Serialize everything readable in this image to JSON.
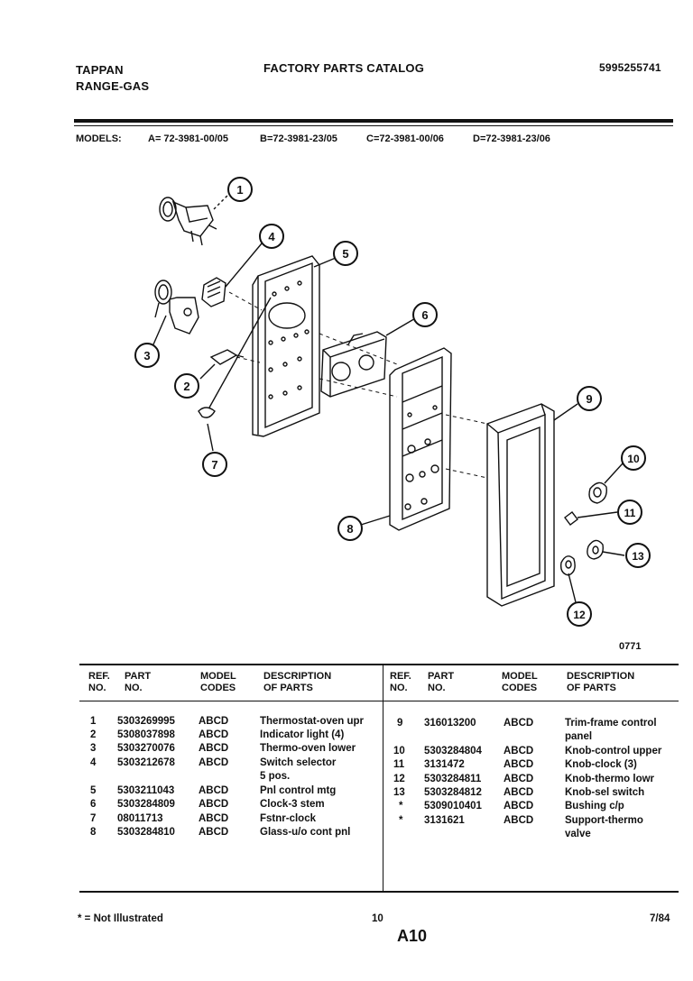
{
  "header": {
    "brand_line1": "TAPPAN",
    "brand_line2": "RANGE-GAS",
    "catalog_title": "FACTORY PARTS CATALOG",
    "catalog_number": "5995255741"
  },
  "models": {
    "label": "MODELS:",
    "a": "A= 72-3981-00/05",
    "b": "B=72-3981-23/05",
    "c": "C=72-3981-00/06",
    "d": "D=72-3981-23/06"
  },
  "diagram": {
    "figure_code": "0771",
    "callouts": [
      "1",
      "2",
      "3",
      "4",
      "5",
      "6",
      "7",
      "8",
      "9",
      "10",
      "11",
      "12",
      "13"
    ]
  },
  "table": {
    "headers": {
      "ref": "REF.",
      "ref2": "NO.",
      "part": "PART",
      "part2": "NO.",
      "model": "MODEL",
      "model2": "CODES",
      "desc": "DESCRIPTION",
      "desc2": "OF PARTS"
    },
    "left_rows": [
      {
        "ref": "1",
        "part": "5303269995",
        "codes": "ABCD",
        "desc": "Thermostat-oven upr"
      },
      {
        "ref": "2",
        "part": "5308037898",
        "codes": "ABCD",
        "desc": "Indicator light (4)"
      },
      {
        "ref": "3",
        "part": "5303270076",
        "codes": "ABCD",
        "desc": "Thermo-oven lower"
      },
      {
        "ref": "4",
        "part": "5303212678",
        "codes": "ABCD",
        "desc": "Switch selector"
      },
      {
        "ref": "",
        "part": "",
        "codes": "",
        "desc": "5 pos."
      },
      {
        "ref": "5",
        "part": "5303211043",
        "codes": "ABCD",
        "desc": "Pnl control mtg"
      },
      {
        "ref": "6",
        "part": "5303284809",
        "codes": "ABCD",
        "desc": "Clock-3 stem"
      },
      {
        "ref": "7",
        "part": "08011713",
        "codes": "ABCD",
        "desc": "Fstnr-clock"
      },
      {
        "ref": "8",
        "part": "5303284810",
        "codes": "ABCD",
        "desc": "Glass-u/o cont pnl"
      }
    ],
    "right_rows": [
      {
        "ref": "9",
        "part": "316013200",
        "codes": "ABCD",
        "desc": "Trim-frame control"
      },
      {
        "ref": "",
        "part": "",
        "codes": "",
        "desc": "panel"
      },
      {
        "ref": "10",
        "part": "5303284804",
        "codes": "ABCD",
        "desc": "Knob-control upper"
      },
      {
        "ref": "11",
        "part": "3131472",
        "codes": "ABCD",
        "desc": "Knob-clock (3)"
      },
      {
        "ref": "12",
        "part": "5303284811",
        "codes": "ABCD",
        "desc": "Knob-thermo lowr"
      },
      {
        "ref": "13",
        "part": "5303284812",
        "codes": "ABCD",
        "desc": "Knob-sel switch"
      },
      {
        "ref": "*",
        "part": "5309010401",
        "codes": "ABCD",
        "desc": "Bushing c/p"
      },
      {
        "ref": "*",
        "part": "3131621",
        "codes": "ABCD",
        "desc": "Support-thermo"
      },
      {
        "ref": "",
        "part": "",
        "codes": "",
        "desc": "valve"
      }
    ]
  },
  "footer": {
    "note": "* = Not Illustrated",
    "page_number": "10",
    "date": "7/84",
    "section": "A10"
  }
}
